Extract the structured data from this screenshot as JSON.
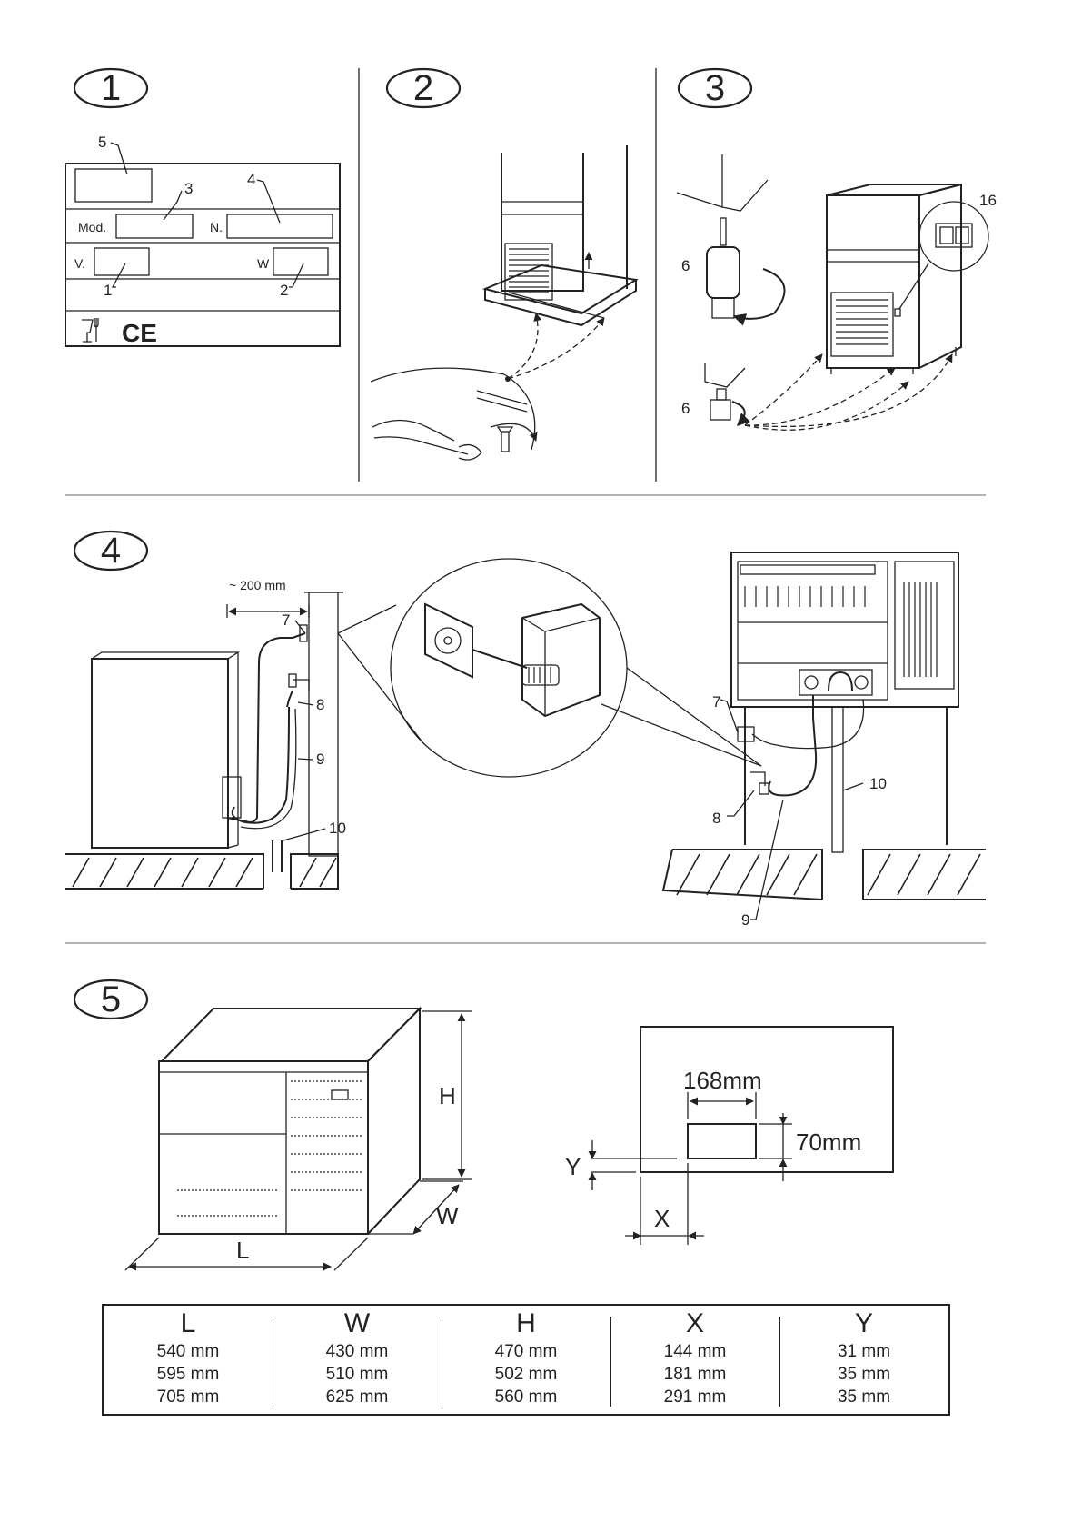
{
  "steps": [
    "1",
    "2",
    "3",
    "4",
    "5"
  ],
  "panel1": {
    "labels": [
      "5",
      "3",
      "4",
      "1",
      "2"
    ],
    "plate_text": {
      "mod": "Mod.",
      "n": "N.",
      "v": "V.",
      "w": "W"
    },
    "marks": {
      "ce": "CE",
      "icon": "wine-glass-fork-icon"
    }
  },
  "panel3": {
    "labels": [
      "16",
      "6",
      "6"
    ]
  },
  "panel4": {
    "distance": "~ 200 mm",
    "left_labels": [
      "7",
      "8",
      "9",
      "10"
    ],
    "right_labels": [
      "7",
      "10",
      "8",
      "9"
    ]
  },
  "panel5": {
    "cabinet_labels": {
      "h": "H",
      "w": "W",
      "l": "L"
    },
    "cutout": {
      "width": "168mm",
      "height": "70mm",
      "x": "X",
      "y": "Y"
    }
  },
  "table": {
    "headers": [
      "L",
      "W",
      "H",
      "X",
      "Y"
    ],
    "rows": [
      [
        "540 mm",
        "430 mm",
        "470 mm",
        "144 mm",
        "31 mm"
      ],
      [
        "595 mm",
        "510 mm",
        "502 mm",
        "181 mm",
        "35 mm"
      ],
      [
        "705 mm",
        "625 mm",
        "560 mm",
        "291 mm",
        "35 mm"
      ]
    ]
  }
}
